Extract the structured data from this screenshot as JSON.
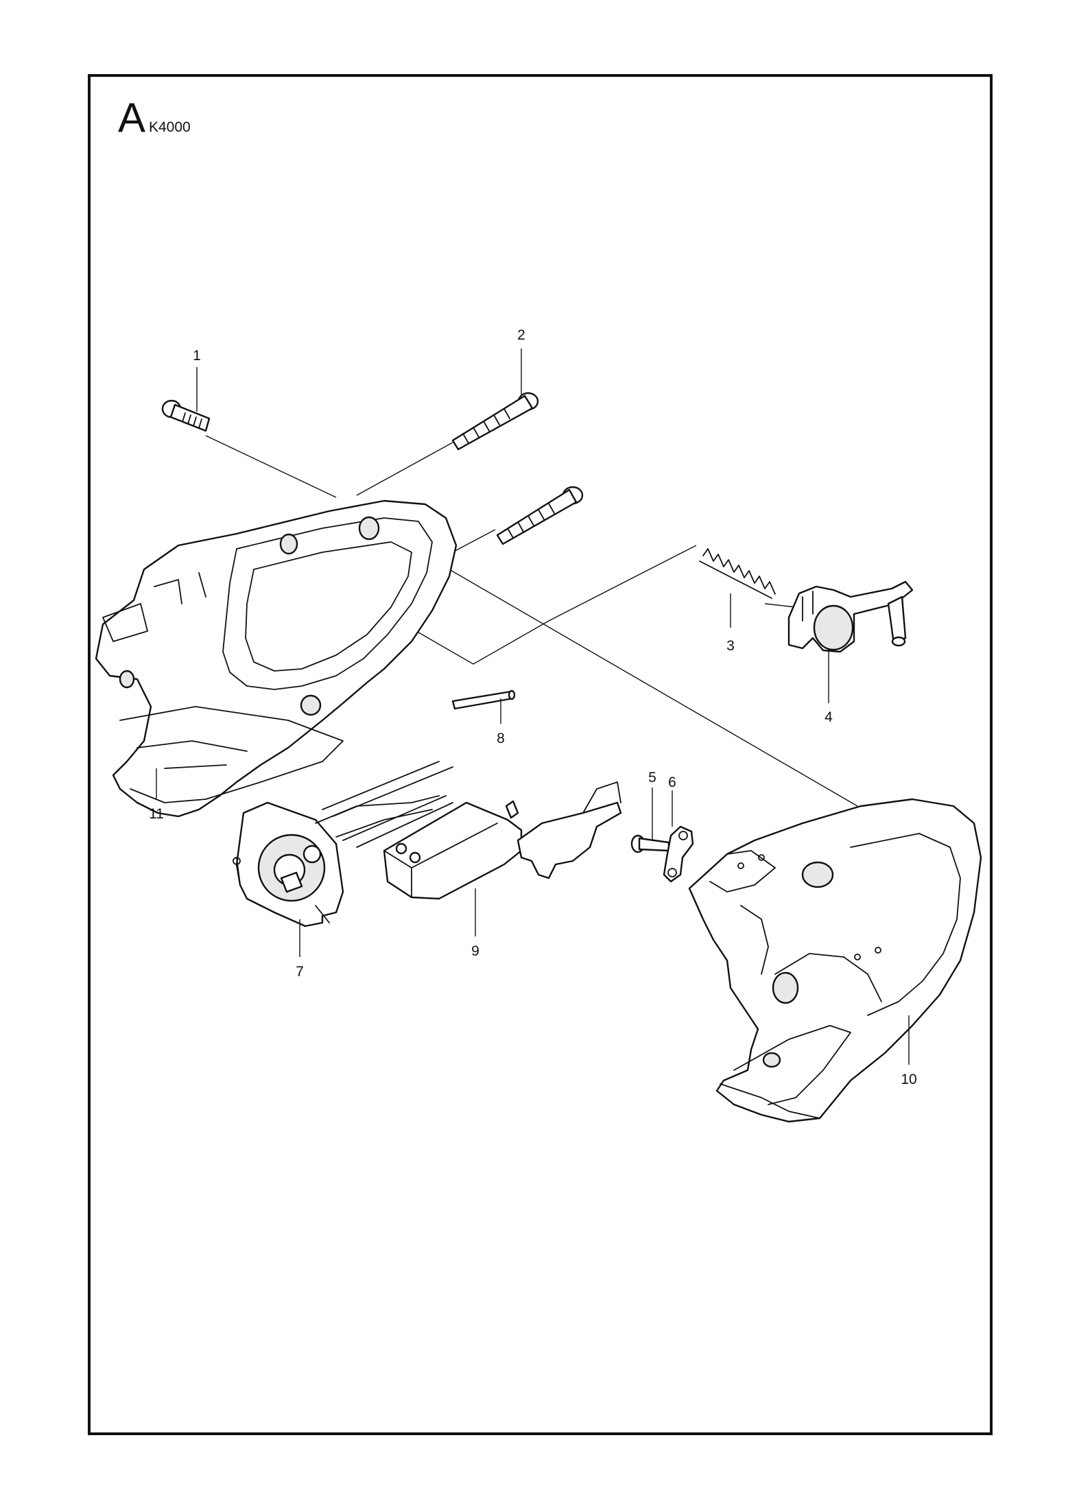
{
  "header": {
    "section_letter": "A",
    "model_code": "K4000"
  },
  "callouts": [
    {
      "id": "1",
      "label": "1"
    },
    {
      "id": "2",
      "label": "2"
    },
    {
      "id": "3",
      "label": "3"
    },
    {
      "id": "4",
      "label": "4"
    },
    {
      "id": "5",
      "label": "5"
    },
    {
      "id": "6",
      "label": "6"
    },
    {
      "id": "7",
      "label": "7"
    },
    {
      "id": "8",
      "label": "8"
    },
    {
      "id": "9",
      "label": "9"
    },
    {
      "id": "10",
      "label": "10"
    },
    {
      "id": "11",
      "label": "11"
    }
  ],
  "colors": {
    "line": "#111111",
    "background": "#ffffff",
    "shade": "#e8e8e8"
  }
}
